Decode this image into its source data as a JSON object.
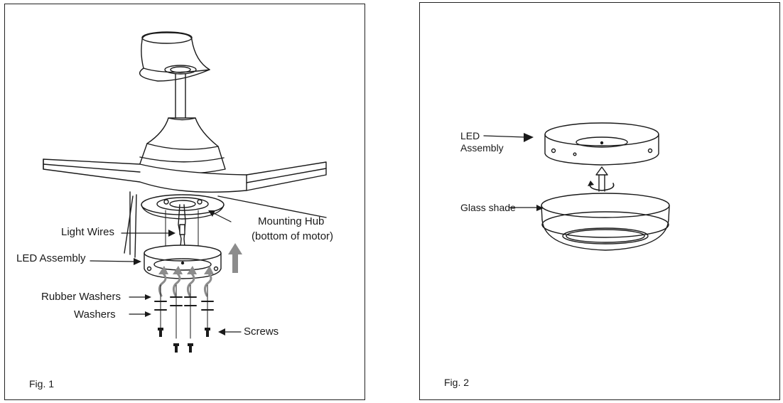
{
  "fig1": {
    "caption": "Fig. 1",
    "labels": {
      "light_wires": "Light Wires",
      "mounting_hub_line1": "Mounting Hub",
      "mounting_hub_line2": "(bottom of motor)",
      "led_assembly": "LED Assembly",
      "rubber_washers": "Rubber Washers",
      "washers": "Washers",
      "screws": "Screws"
    }
  },
  "fig2": {
    "caption": "Fig. 2",
    "labels": {
      "led_line1": "LED",
      "led_line2": "Assembly",
      "glass_shade": "Glass shade"
    }
  },
  "colors": {
    "line": "#1a1a1a",
    "arrow_gray": "#8c8c8c",
    "panel_border": "#222222"
  }
}
